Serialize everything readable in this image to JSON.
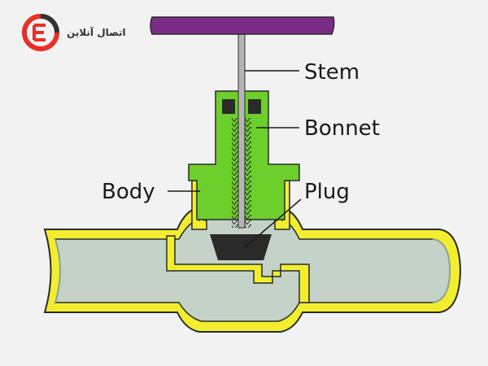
{
  "brand": {
    "logo_text": "اتصال آنلاین",
    "logo_icon": "brand-logo-icon",
    "colors": {
      "red": "#e63027",
      "dark": "#333333"
    }
  },
  "labels": {
    "stem": "Stem",
    "bonnet": "Bonnet",
    "body": "Body",
    "plug": "Plug"
  },
  "colors": {
    "handwheel": "#7b2c86",
    "bonnet": "#6ccf2c",
    "body_shell": "#f2ee2f",
    "fluid": "#c4d2c8",
    "plug": "#2a2a2a",
    "stem": "#b5b5b5",
    "outline": "#2a2a2a"
  }
}
